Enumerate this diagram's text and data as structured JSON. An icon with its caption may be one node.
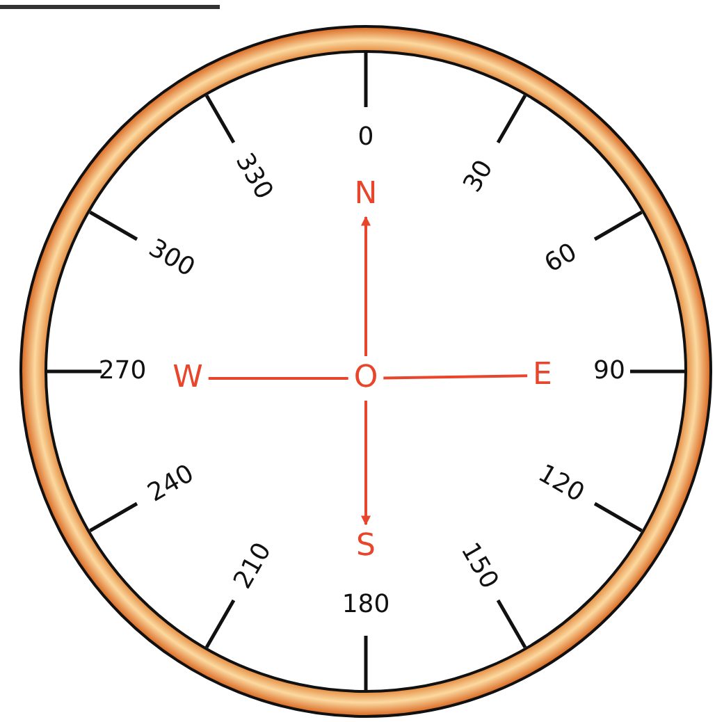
{
  "diagram": {
    "nodes": [
      {
        "text": [
          "O"
        ]
      },
      {
        "text": [
          "N"
        ]
      },
      {
        "text": [
          "E"
        ]
      },
      {
        "text": [
          "S"
        ]
      },
      {
        "text": [
          "W"
        ]
      }
    ],
    "edges": [
      {
        "from": 0,
        "to": 1,
        "arrow": "to"
      },
      {
        "from": 0,
        "to": 2,
        "arrow": "none"
      },
      {
        "from": 0,
        "to": 3,
        "arrow": "to"
      },
      {
        "from": 0,
        "to": 4,
        "arrow": "none"
      }
    ],
    "labels": [
      "0",
      "30",
      "60",
      "90",
      "120",
      "150",
      "180",
      "210",
      "240",
      "270",
      "300",
      "330"
    ]
  }
}
